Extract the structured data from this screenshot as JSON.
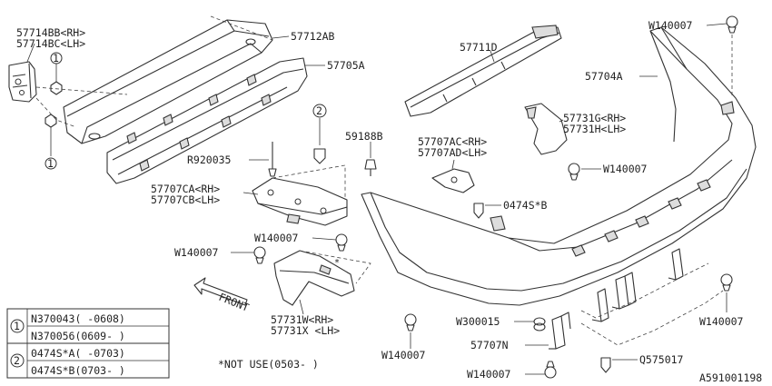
{
  "labels": {
    "p57714bb": "57714BB<RH>",
    "p57714bc": "57714BC<LH>",
    "p57712ab": "57712AB",
    "p57705a": "57705A",
    "p57711d": "57711D",
    "p57704a": "57704A",
    "w140007_top": "W140007",
    "p59188b": "59188B",
    "r920035": "R920035",
    "p57707ac": "57707AC<RH>",
    "p57707ad": "57707AD<LH>",
    "p57731g": "57731G<RH>",
    "p57731h": "57731H<LH>",
    "w140007_mid": "W140007",
    "p57707ca": "57707CA<RH>",
    "p57707cb": "57707CB<LH>",
    "p0474s_b": "0474S*B",
    "w140007_a": "W140007",
    "w140007_b": "W140007",
    "p57731w": "57731W<RH>",
    "p57731x": "57731X <LH>",
    "w140007_c": "W140007",
    "w300015": "W300015",
    "p57707n": "57707N",
    "q575017": "Q575017",
    "w140007_d": "W140007",
    "w140007_e": "W140007",
    "front": "FRONT",
    "not_use": "*NOT USE(0503-    )",
    "diagram_id": "A591001198",
    "callout_1": "1",
    "callout_2": "2"
  },
  "legend": {
    "rows": [
      {
        "ref": "1",
        "lines": [
          "N370043(    -0608)",
          "N370056(0609-     )"
        ]
      },
      {
        "ref": "2",
        "lines": [
          "0474S*A(    -0703)",
          "0474S*B(0703-     )"
        ]
      }
    ]
  }
}
